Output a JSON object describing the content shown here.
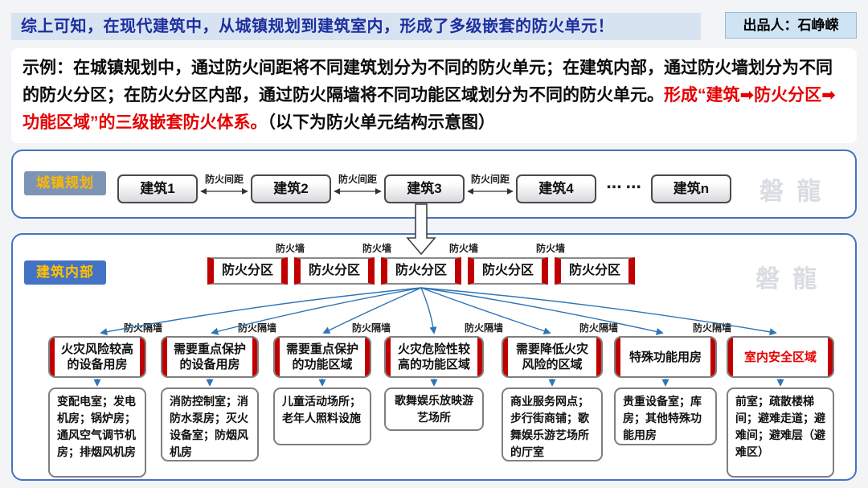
{
  "header": {
    "title": "综上可知，在现代建筑中，从城镇规划到建筑室内，形成了多级嵌套的防火单元！",
    "producer": "出品人：石峥嵘"
  },
  "example": {
    "part1": "示例：在城镇规划中，通过防火间距将不同建筑划分为不同的防火单元；在建筑内部，通过防火墙划分为不同的防火分区；在防火分区内部，通过防火隔墙将不同功能区域划分为不同的防火单元。",
    "part2": "形成“建筑➡防火分区➡功能区域”的三级嵌套防火体系。",
    "part3": "（以下为防火单元结构示意图）"
  },
  "urban": {
    "label": "城镇规划",
    "buildings": [
      "建筑1",
      "建筑2",
      "建筑3",
      "建筑4",
      "建筑n"
    ],
    "ellipsis": "⋯ ⋯",
    "gap_labels": [
      "防火间距",
      "防火间距",
      "防火间距"
    ],
    "watermark": "磐 龍"
  },
  "interior": {
    "label": "建筑内部",
    "wall_labels": [
      "防火墙",
      "防火墙",
      "防火墙",
      "防火墙"
    ],
    "compartments": [
      "防火分区",
      "防火分区",
      "防火分区",
      "防火分区",
      "防火分区"
    ],
    "partition_labels": [
      "防火隔墙",
      "防火隔墙",
      "防火隔墙",
      "防火隔墙",
      "防火隔墙",
      "防火隔墙"
    ],
    "categories": [
      {
        "title": "火灾风险较高的设备用房",
        "detail": "变配电室；发电机房；锅炉房；通风空气调节机房；排烟风机房"
      },
      {
        "title": "需要重点保护的设备用房",
        "detail": "消防控制室；消防水泵房；灭火设备室；防烟风机房"
      },
      {
        "title": "需要重点保护的功能区域",
        "detail": "儿童活动场所；老年人照料设施"
      },
      {
        "title": "火灾危险性较高的功能区域",
        "detail": "歌舞娱乐放映游艺场所"
      },
      {
        "title": "需要降低火灾风险的区域",
        "detail": "商业服务网点；步行街商铺；歌舞娱乐游艺场所的厅室"
      },
      {
        "title": "特殊功能用房",
        "detail": "贵重设备室；库房；其他特殊功能用房"
      },
      {
        "title": "室内安全区域",
        "detail": "前室；疏散楼梯间；避难走道；避难间；避难层（避难区）"
      }
    ],
    "watermark": "磐 龍"
  },
  "colors": {
    "accent_blue": "#4472c4",
    "title_blue": "#1d2f9e",
    "fire_red": "#c00000",
    "text_red": "#e60000",
    "badge_yellow": "#ffc000"
  }
}
